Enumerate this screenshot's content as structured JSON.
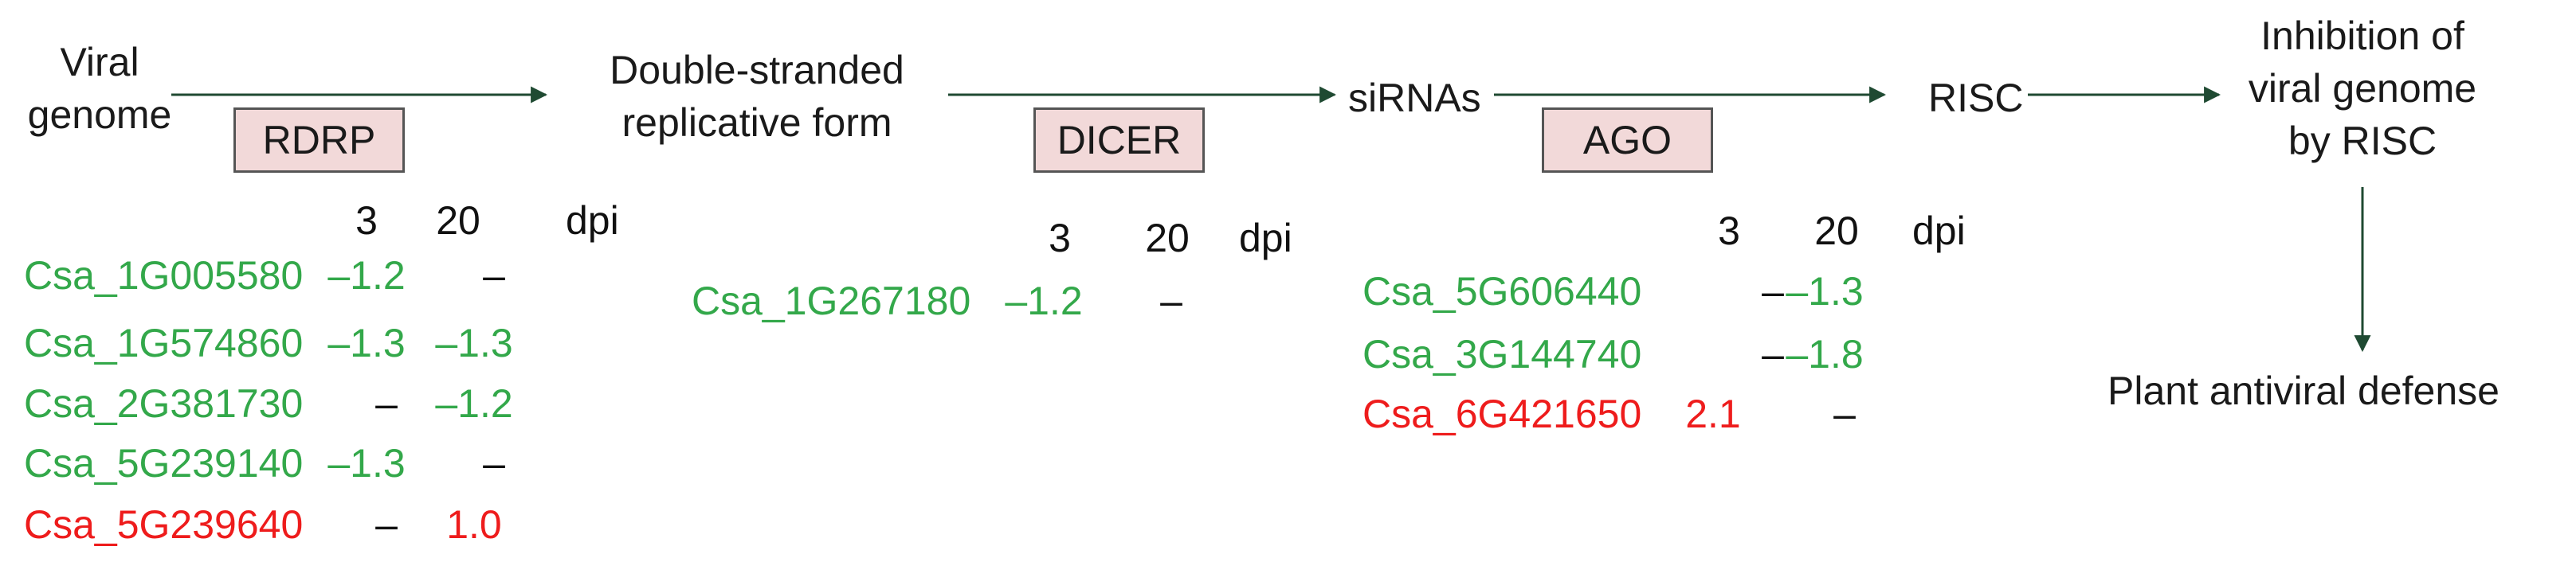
{
  "colors": {
    "down": "#33a84a",
    "up": "#ee1c1c",
    "arrow": "#1f4a32",
    "box_fill": "#f2d9d9"
  },
  "nodes": {
    "viral_genome": [
      "Viral",
      "genome"
    ],
    "double_stranded": [
      "Double-stranded",
      "replicative form"
    ],
    "sirnas": "siRNAs",
    "risc": "RISC",
    "inhibition": [
      "Inhibition of",
      "viral genome",
      "by RISC"
    ],
    "defense": "Plant antiviral defense"
  },
  "enzymes": {
    "rdrp": "RDRP",
    "dicer": "DICER",
    "ago": "AGO"
  },
  "headers": {
    "day3": "3",
    "day20": "20",
    "unit": "dpi"
  },
  "tables": {
    "rdrp": [
      {
        "gene": "Csa_1G005580",
        "d3": "–1.2",
        "d20": "–",
        "color": "down"
      },
      {
        "gene": "Csa_1G574860",
        "d3": "–1.3",
        "d20": "–1.3",
        "color": "down"
      },
      {
        "gene": "Csa_2G381730",
        "d3": "–",
        "d20": "–1.2",
        "color": "down"
      },
      {
        "gene": "Csa_5G239140",
        "d3": "–1.3",
        "d20": "–",
        "color": "down"
      },
      {
        "gene": "Csa_5G239640",
        "d3": "–",
        "d20": "1.0",
        "color": "up"
      }
    ],
    "dicer": [
      {
        "gene": "Csa_1G267180",
        "d3": "–1.2",
        "d20": "–",
        "color": "down"
      }
    ],
    "ago": [
      {
        "gene": "Csa_5G606440",
        "d3": "–",
        "d20": "–1.3",
        "color": "down"
      },
      {
        "gene": "Csa_3G144740",
        "d3": "–",
        "d20": "–1.8",
        "color": "down"
      },
      {
        "gene": "Csa_6G421650",
        "d3": "2.1",
        "d20": "–",
        "color": "up"
      }
    ]
  }
}
